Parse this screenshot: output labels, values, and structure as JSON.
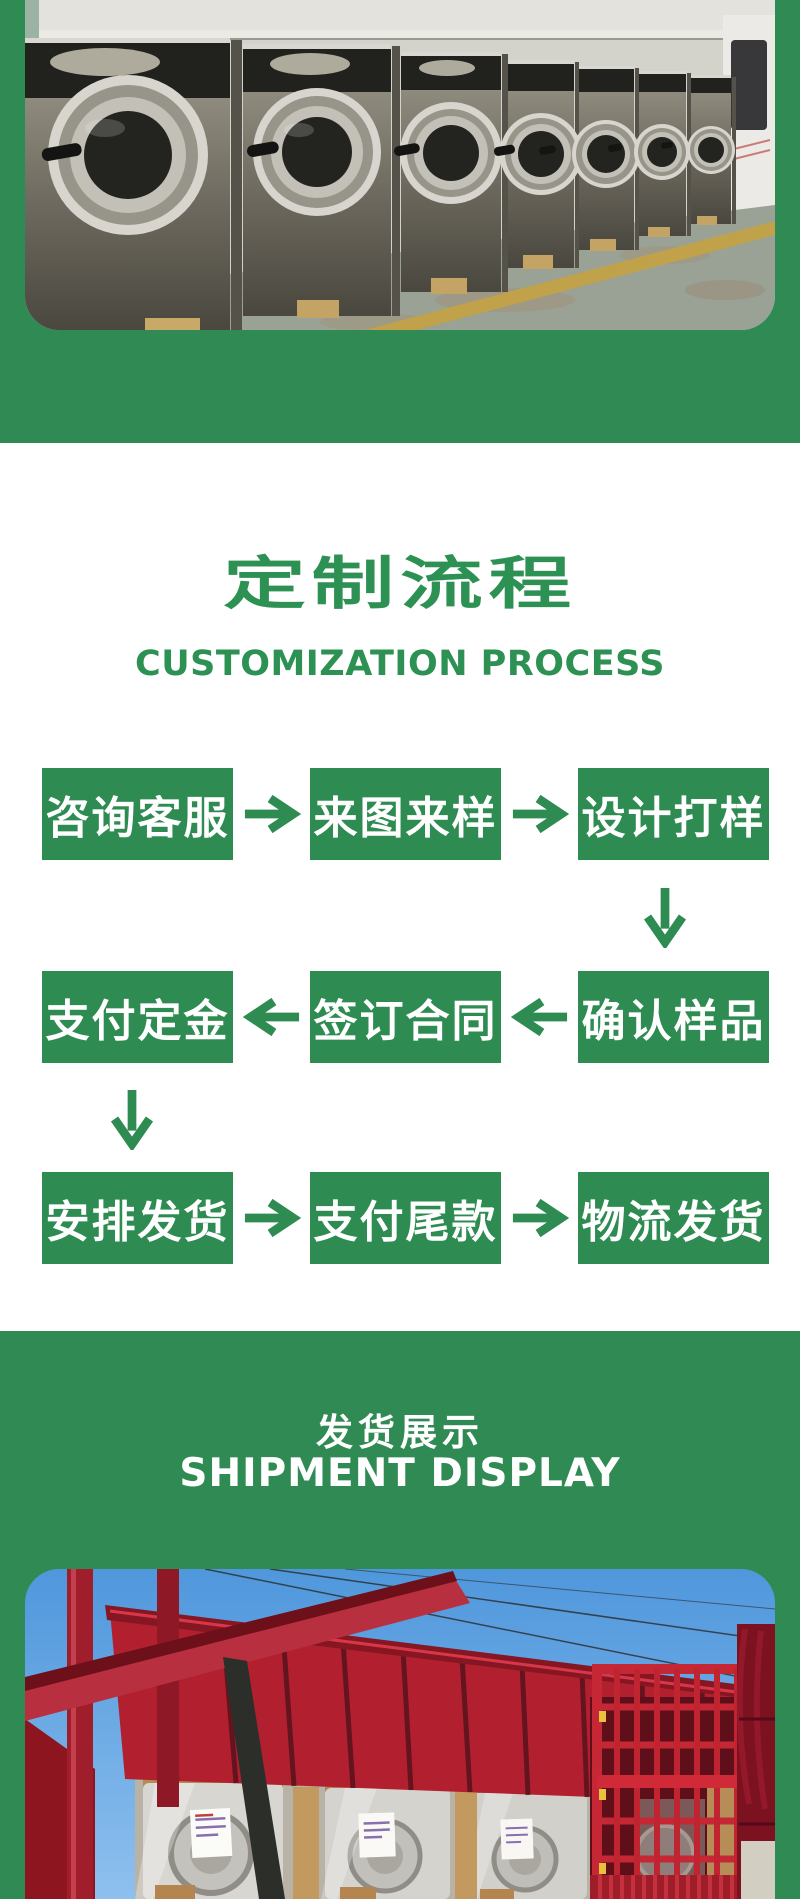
{
  "colors": {
    "green_band": "#2f8a53",
    "green_box": "#2e8b52",
    "green_title": "#2d9153",
    "white_text": "#ffffff",
    "truck_red": "#b22030",
    "sky_blue": "#5a9ede"
  },
  "hero": {
    "photo_name": "row-of-industrial-washing-machines-in-factory"
  },
  "process": {
    "title": "定制流程",
    "subtitle": "CUSTOMIZATION PROCESS",
    "rows": [
      {
        "direction": "right",
        "cells": [
          "咨询客服",
          "来图来样",
          "设计打样"
        ]
      },
      {
        "direction": "left",
        "cells": [
          "支付定金",
          "签订合同",
          "确认样品"
        ]
      },
      {
        "direction": "right",
        "cells": [
          "安排发货",
          "支付尾款",
          "物流发货"
        ]
      }
    ]
  },
  "shipment": {
    "title_cn": "发货展示",
    "title_en": "SHIPMENT DISPLAY",
    "photo_name": "wrapped-machines-loaded-on-red-truck"
  }
}
